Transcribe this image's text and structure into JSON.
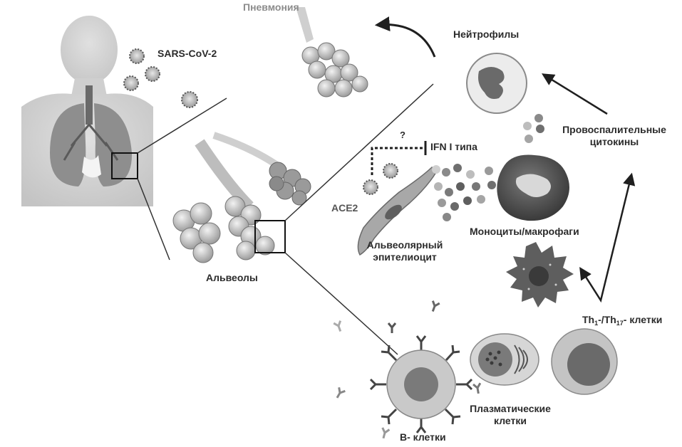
{
  "labels": {
    "pneumonia": "Пневмония",
    "sars": "SARS-CoV-2",
    "neutrophils": "Нейтрофилы",
    "cytokines_line1": "Провоспалительные",
    "cytokines_line2": "цитокины",
    "ifn": "IFN I типа",
    "question": "?",
    "ace2": "ACE2",
    "epithelium_line1": "Альвеолярный",
    "epithelium_line2": "эпителиоцит",
    "monocytes": "Моноциты/макрофаги",
    "alveoli": "Альвеолы",
    "th_prefix": "Th",
    "th_sub1": "1",
    "th_mid": "-/Th",
    "th_sub2": "17",
    "th_suffix": "- клетки",
    "plasma_line1": "Плазматические",
    "plasma_line2": "клетки",
    "bcells": "B- клетки"
  }
}
